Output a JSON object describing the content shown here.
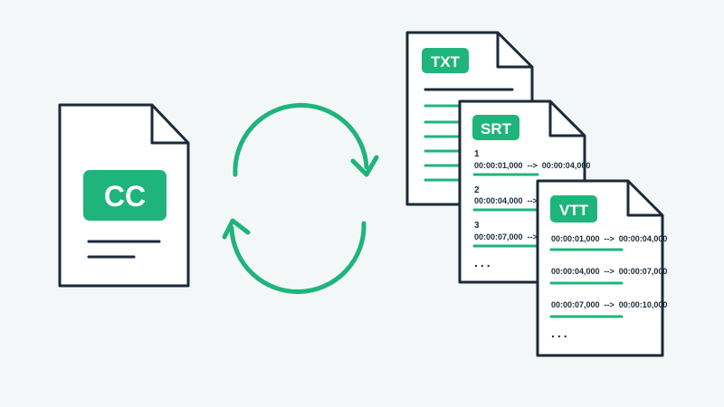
{
  "source_file": {
    "badge": "CC"
  },
  "convert_icon": "sync-arrows-icon",
  "output_files": {
    "txt": {
      "badge": "TXT"
    },
    "srt": {
      "badge": "SRT",
      "entries": [
        {
          "index": "1",
          "timestamp": "00:00:01,000  -->  00:00:04,000"
        },
        {
          "index": "2",
          "timestamp": "00:00:04,000  -->  00:00:07,000"
        },
        {
          "index": "3",
          "timestamp": "00:00:07,000  -->  00:00:10,000"
        }
      ],
      "more": "..."
    },
    "vtt": {
      "badge": "VTT",
      "entries": [
        {
          "timestamp": "00:00:01,000  -->  00:00:04,000"
        },
        {
          "timestamp": "00:00:04,000  -->  00:00:07,000"
        },
        {
          "timestamp": "00:00:07,000  -->  00:00:10,000"
        }
      ],
      "more": "..."
    }
  },
  "colors": {
    "accent": "#1fb47c",
    "outline": "#1b2a3a",
    "paper": "#ffffff",
    "background": "#f4f7f7"
  }
}
